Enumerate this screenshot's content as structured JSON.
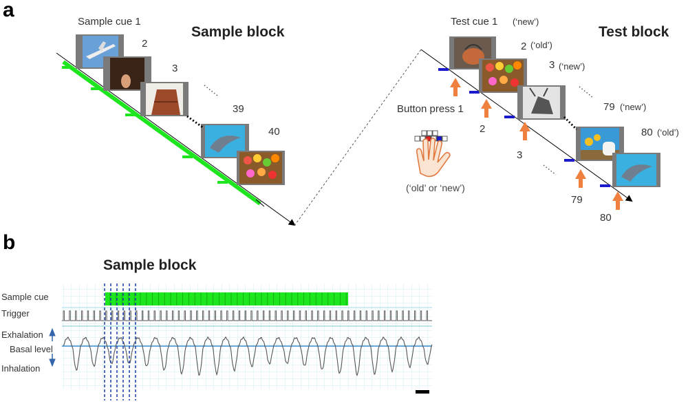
{
  "panels": {
    "a": "a",
    "b": "b"
  },
  "sample_block": {
    "title": "Sample block",
    "labels": {
      "cue1": "Sample cue 1",
      "n2": "2",
      "n3": "3",
      "n39": "39",
      "n40": "40"
    },
    "images": [
      "airplane",
      "hand-object",
      "brick-pile",
      "dolphin",
      "cereal-rings"
    ]
  },
  "test_block": {
    "title": "Test block",
    "labels": {
      "cue1": "Test cue 1",
      "cue1_tag": "(‘new’)",
      "n2": "2",
      "n2_tag": "(‘old’)",
      "n3": "3",
      "n3_tag": "(‘new’)",
      "n79": "79",
      "n79_tag": "(‘new’)",
      "n80": "80",
      "n80_tag": "(‘old’)",
      "press1": "Button press 1",
      "press_choice": "(‘old’ or ‘new’)",
      "arrow2": "2",
      "arrow3": "3",
      "arrow79": "79",
      "arrow80": "80"
    },
    "images": [
      "kettle",
      "cereal-rings",
      "reindeer",
      "flowers-vase",
      "dolphin"
    ]
  },
  "panel_b": {
    "title": "Sample block",
    "rows": {
      "sample_cue": "Sample cue",
      "trigger": "Trigger",
      "exhalation": "Exhalation",
      "basal": "Basal level",
      "inhalation": "Inhalation"
    }
  },
  "colors": {
    "cue_green": "#1ee61e",
    "button_blue": "#1a1acc",
    "arrow_orange": "#f08040",
    "breath_blue": "#3366aa"
  }
}
